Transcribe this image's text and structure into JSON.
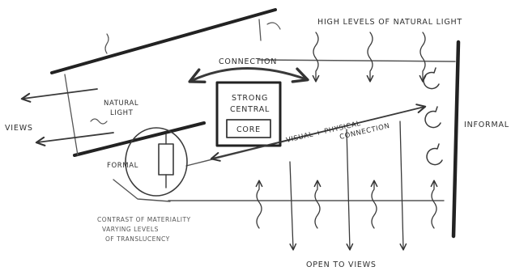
{
  "labels": {
    "high_light": "HIGH LEVELS OF NATURAL LIGHT",
    "connection": "CONNECTION",
    "natural_light": [
      "NATURAL",
      "LIGHT"
    ],
    "views": "VIEWS",
    "strong_central": [
      "STRONG",
      "CENTRAL"
    ],
    "core": "CORE",
    "visual_physical": [
      "VISUAL + PHYSICAL",
      "CONNECTION"
    ],
    "informal": "INFORMAL",
    "formal": "FORMAL",
    "contrast_note": [
      "CONTRAST OF MATERIALITY",
      "VARYING LEVELS",
      "OF TRANSLUCENCY"
    ],
    "open_to_views": "OPEN TO VIEWS"
  }
}
